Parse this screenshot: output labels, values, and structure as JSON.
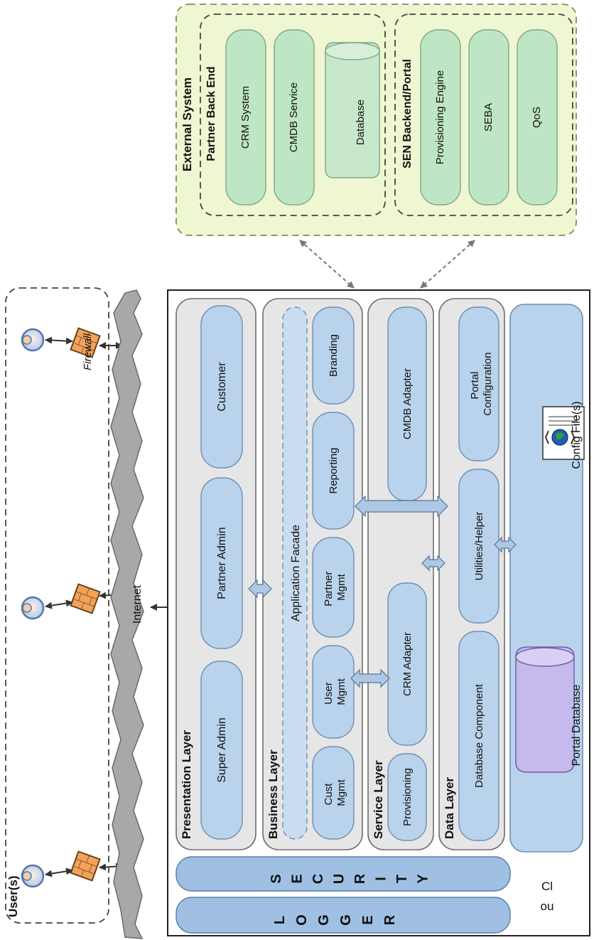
{
  "external_system": {
    "title": "External System",
    "partner_back_end": {
      "title": "Partner Back End",
      "items": [
        "CRM System",
        "CMDB Service",
        "Database"
      ]
    },
    "sen_backend": {
      "title": "SEN Backend/Portal",
      "items": [
        "Provisioning Engine",
        "SEBA",
        "QoS"
      ]
    }
  },
  "users": {
    "title": "User(s)",
    "firewall_label": "Firewall",
    "internet_label": "Internet"
  },
  "portal": {
    "presentation_layer": {
      "title": "Presentation Layer",
      "items": [
        "Super Admin",
        "Partner Admin",
        "Customer"
      ]
    },
    "business_layer": {
      "title": "Business Layer",
      "facade": "Application Facade",
      "items": [
        "Cust\nMgmt",
        "User\nMgmt",
        "Partner\nMgmt",
        "Reporting",
        "Branding"
      ]
    },
    "service_layer": {
      "title": "Service Layer",
      "items": [
        "Provisioning",
        "CRM Adapter",
        "CMDB Adapter"
      ]
    },
    "data_layer": {
      "title": "Data Layer",
      "items": [
        "Database Component",
        "Utilities/Helper",
        "Portal\nConfiguration"
      ]
    },
    "storage": {
      "portal_database": "Portal Database",
      "config_files": "Config File(s)"
    },
    "security": [
      "S",
      "E",
      "C",
      "U",
      "R",
      "I",
      "T",
      "Y"
    ],
    "logger": [
      "L",
      "O",
      "G",
      "G",
      "E",
      "R"
    ],
    "cloud_label": [
      "Cl",
      "ou"
    ]
  }
}
